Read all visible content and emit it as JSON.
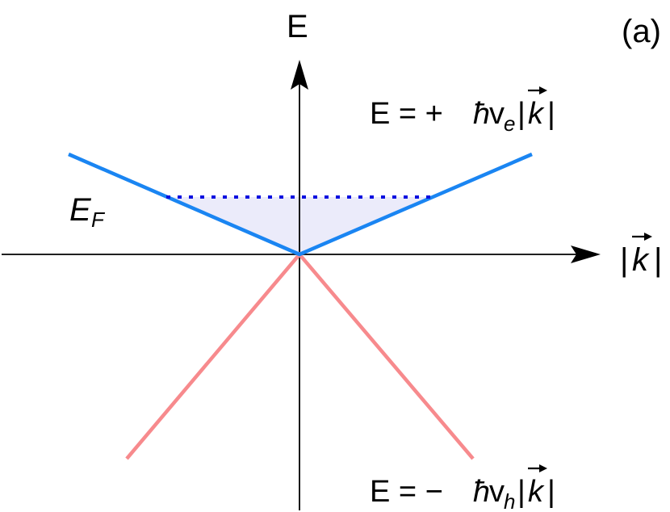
{
  "panel_label": "(a)",
  "axes": {
    "y_label": "E",
    "x_label": {
      "open": "|",
      "vector": "k",
      "close": "|"
    }
  },
  "fermi_label": {
    "symbol": "E",
    "subscript": "F"
  },
  "equations": {
    "electron": {
      "prefix": "E = + ",
      "hbar": "ħ",
      "v": "v",
      "subscript": "e",
      "open": "|",
      "vector": "k",
      "close": "|"
    },
    "hole": {
      "prefix": "E = − ",
      "hbar": "ħ",
      "v": "v",
      "subscript": "h",
      "open": "|",
      "vector": "k",
      "close": "|"
    }
  },
  "colors": {
    "electron_band": "#1a85f2",
    "hole_band": "#f78a8d",
    "fermi_level": "#0a10e0",
    "filled_region": "#ebebfa",
    "axes": "#000000"
  }
}
